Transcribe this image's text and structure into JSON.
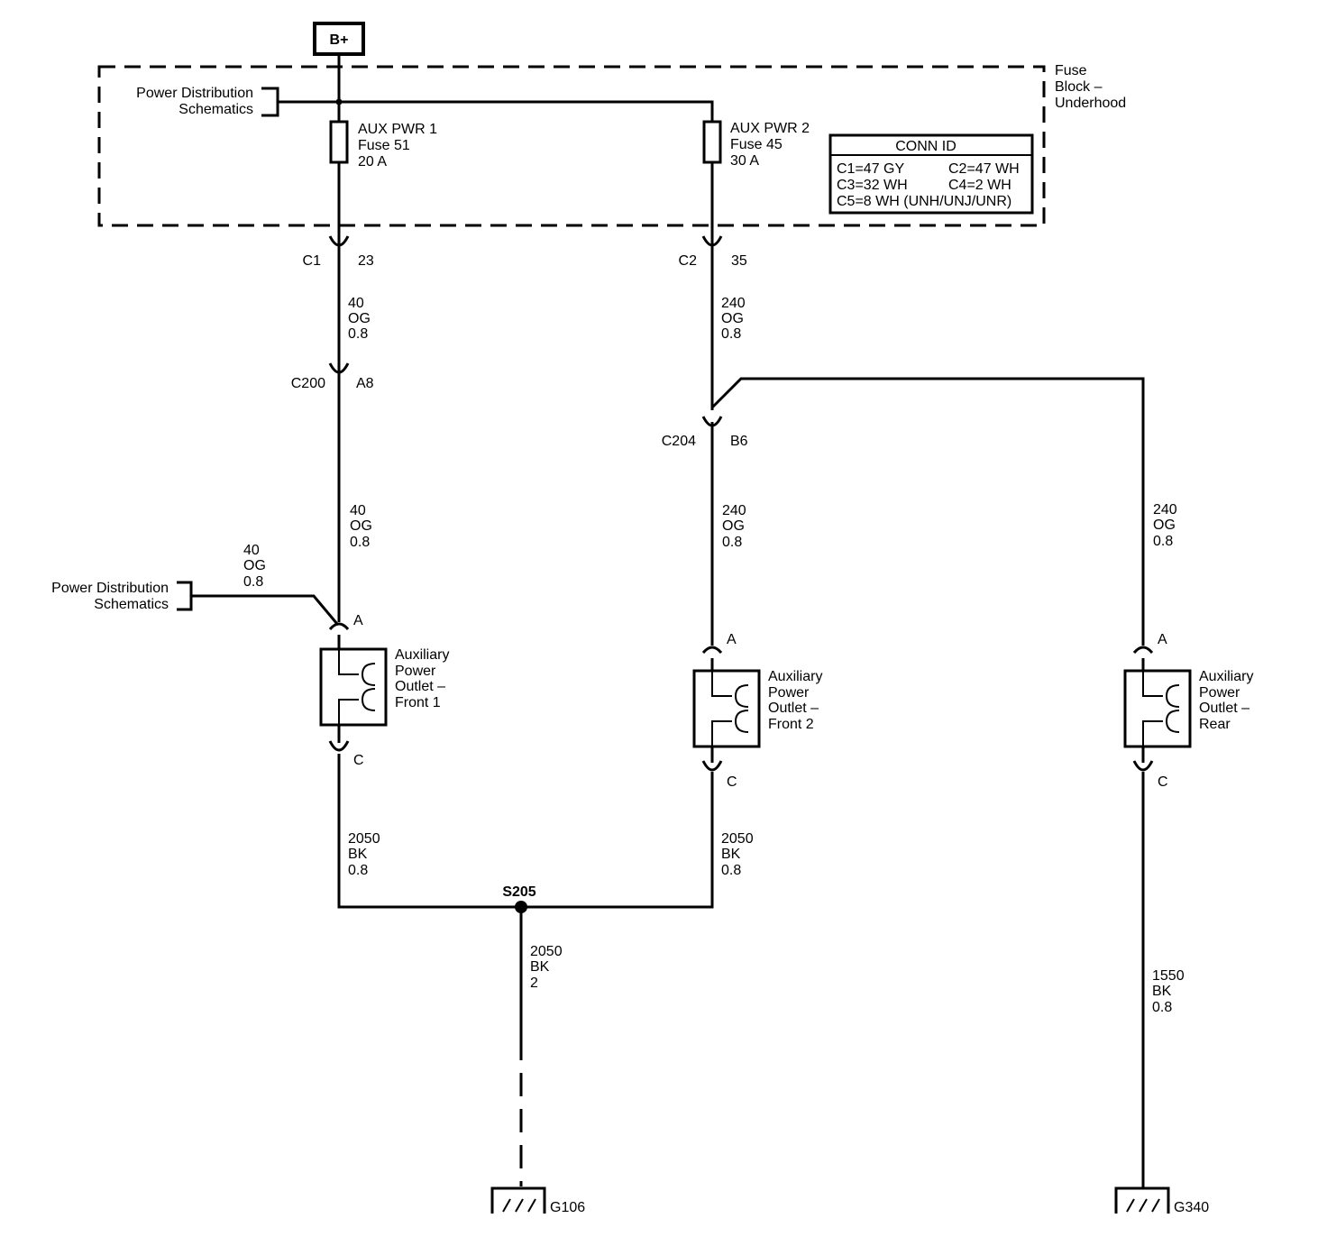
{
  "battery": "B+",
  "fuse_block": {
    "line1": "Fuse",
    "line2": "Block –",
    "line3": "Underhood"
  },
  "power_dist": {
    "line1": "Power Distribution",
    "line2": "Schematics"
  },
  "fuse1": {
    "name": "AUX PWR 1",
    "fuse": "Fuse 51",
    "rating": "20 A"
  },
  "fuse2": {
    "name": "AUX PWR 2",
    "fuse": "Fuse 45",
    "rating": "30 A"
  },
  "conn_id": {
    "title": "CONN ID",
    "c1": "C1=47 GY",
    "c2": "C2=47 WH",
    "c3": "C3=32 WH",
    "c4": "C4=2 WH",
    "c5": "C5=8 WH (UNH/UNJ/UNR)"
  },
  "connectors": {
    "c1": {
      "name": "C1",
      "pin": "23"
    },
    "c2": {
      "name": "C2",
      "pin": "35"
    },
    "c200": {
      "name": "C200",
      "pin": "A8"
    },
    "c204": {
      "name": "C204",
      "pin": "B6"
    }
  },
  "wires": {
    "w1": {
      "circuit": "40",
      "color": "OG",
      "gauge": "0.8"
    },
    "w2": {
      "circuit": "240",
      "color": "OG",
      "gauge": "0.8"
    },
    "w3": {
      "circuit": "40",
      "color": "OG",
      "gauge": "0.8"
    },
    "w4": {
      "circuit": "240",
      "color": "OG",
      "gauge": "0.8"
    },
    "w5": {
      "circuit": "240",
      "color": "OG",
      "gauge": "0.8"
    },
    "w6": {
      "circuit": "40",
      "color": "OG",
      "gauge": "0.8"
    },
    "w7": {
      "circuit": "2050",
      "color": "BK",
      "gauge": "0.8"
    },
    "w8": {
      "circuit": "2050",
      "color": "BK",
      "gauge": "0.8"
    },
    "w9": {
      "circuit": "2050",
      "color": "BK",
      "gauge": "2"
    },
    "w10": {
      "circuit": "1550",
      "color": "BK",
      "gauge": "0.8"
    }
  },
  "outlets": {
    "front1": {
      "l1": "Auxiliary",
      "l2": "Power",
      "l3": "Outlet –",
      "l4": "Front 1",
      "pin_a": "A",
      "pin_c": "C"
    },
    "front2": {
      "l1": "Auxiliary",
      "l2": "Power",
      "l3": "Outlet –",
      "l4": "Front 2",
      "pin_a": "A",
      "pin_c": "C"
    },
    "rear": {
      "l1": "Auxiliary",
      "l2": "Power",
      "l3": "Outlet –",
      "l4": "Rear",
      "pin_a": "A",
      "pin_c": "C"
    }
  },
  "splice": "S205",
  "grounds": {
    "g106": "G106",
    "g340": "G340"
  }
}
